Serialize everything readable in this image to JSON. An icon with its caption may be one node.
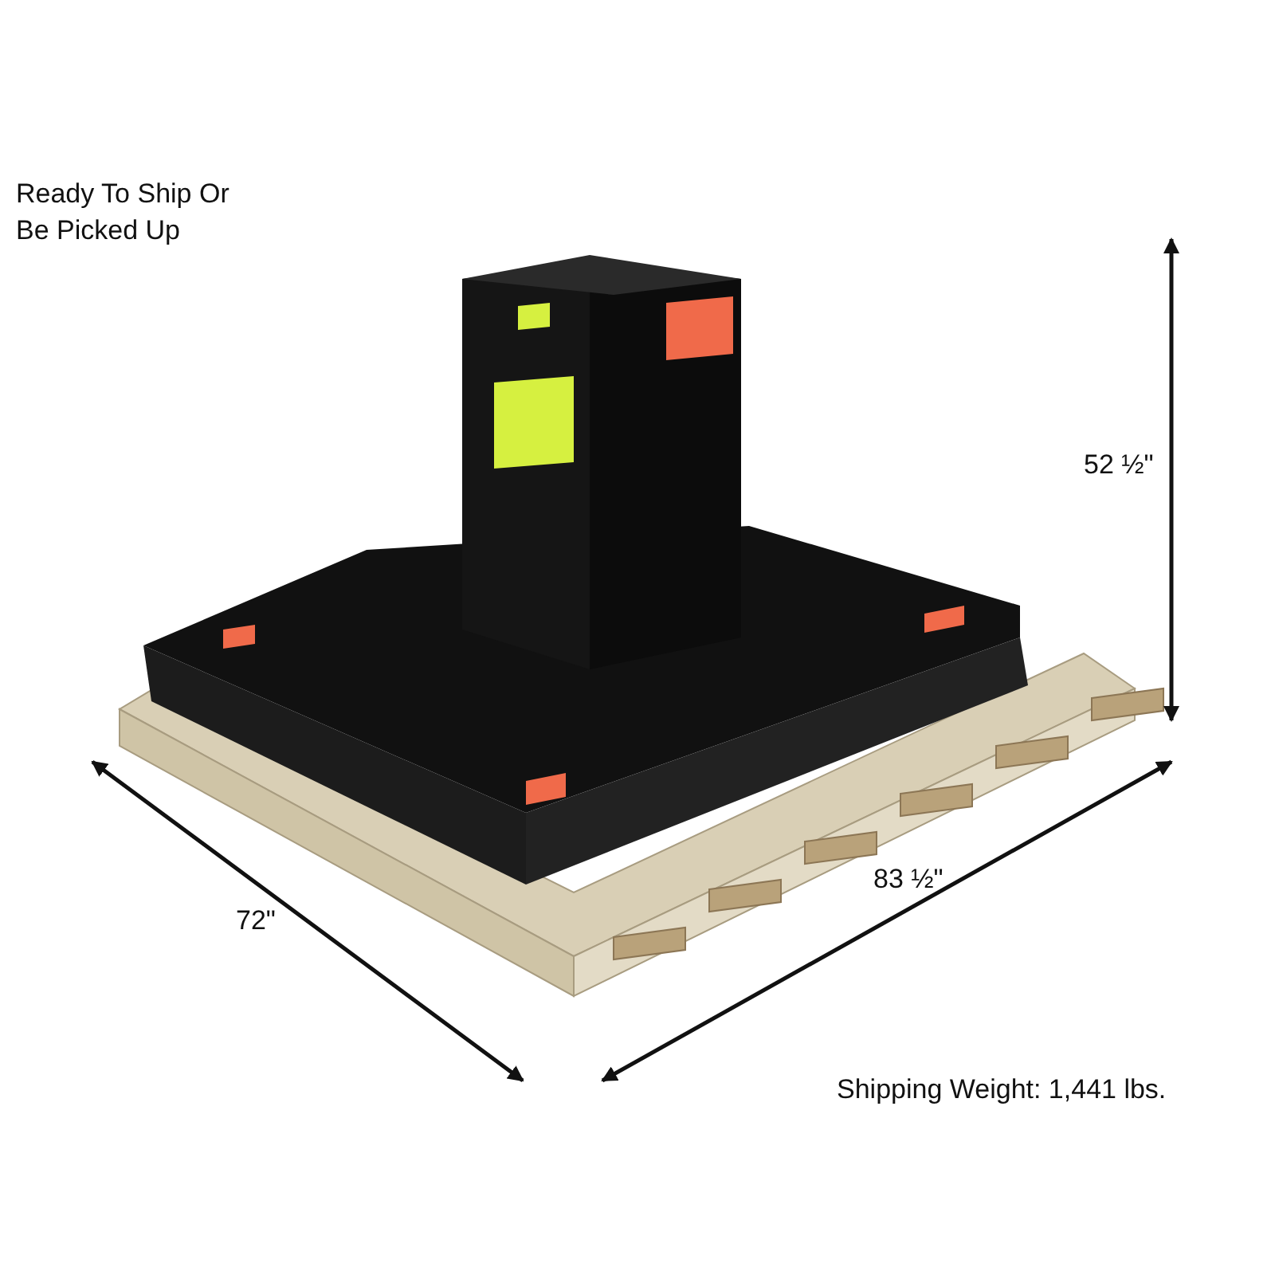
{
  "diagram": {
    "labels": [
      "Ready To Ship Or Be Picked Up",
      "52 ½\"",
      "72\"",
      "83 ½\"",
      "Shipping Weight: 1,441 lbs."
    ]
  }
}
